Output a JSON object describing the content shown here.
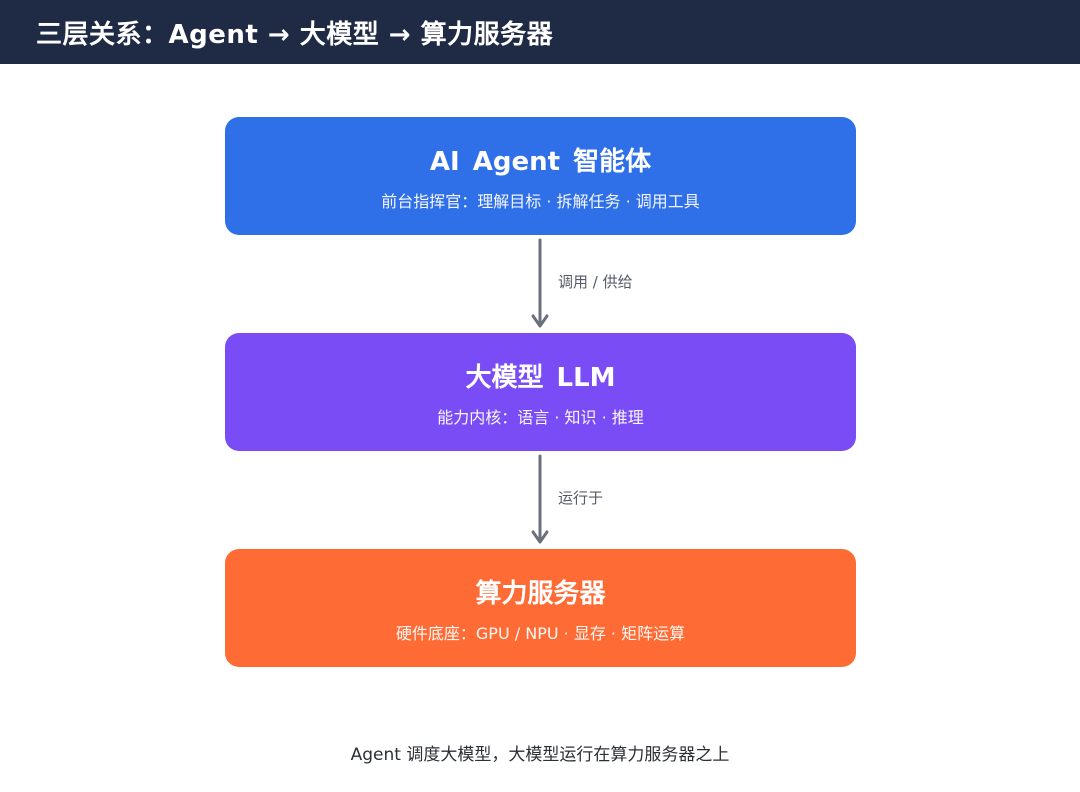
{
  "header": {
    "title": "三层关系：Agent → 大模型 → 算力服务器"
  },
  "layers": [
    {
      "title": "AI Agent  智能体",
      "description": "前台指挥官：理解目标 · 拆解任务 · 调用工具",
      "color": "#2f6fe8"
    },
    {
      "title": "大模型  LLM",
      "description": "能力内核：语言 · 知识 · 推理",
      "color": "#7a4cf5"
    },
    {
      "title": "算力服务器",
      "description": "硬件底座：GPU / NPU · 显存 · 矩阵运算",
      "color": "#ff6b35"
    }
  ],
  "connectors": [
    {
      "label": "调用 / 供给"
    },
    {
      "label": "运行于"
    }
  ],
  "caption": "Agent 调度大模型，大模型运行在算力服务器之上",
  "colors": {
    "header_bg": "#1f2a44",
    "arrow": "#6b717c"
  }
}
